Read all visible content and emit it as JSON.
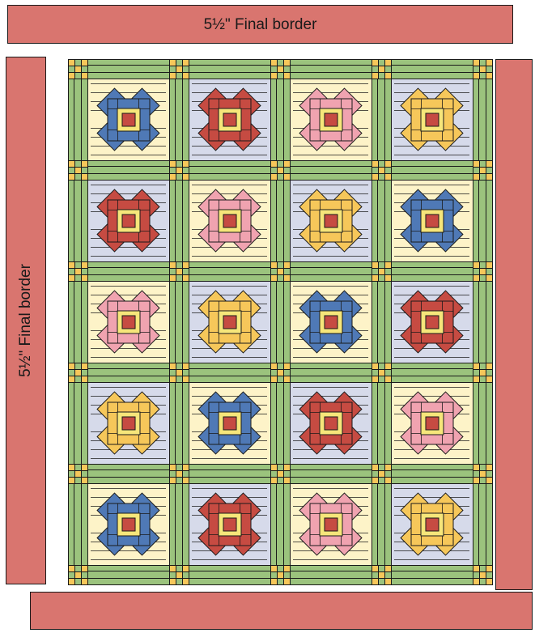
{
  "borders": {
    "top_label": "5½\" Final border",
    "left_label": "5½\" Final border"
  },
  "colors": {
    "border_fabric": "#d9756f",
    "sashing": "#9bc37d",
    "cornerstone": "#f6c75a",
    "cornerstone_center": "#9bc37d",
    "background_light": "#fdf3c8",
    "background_blue": "#d6daea",
    "flower_center": "#c64b42",
    "flower_inner": "#f6e67a",
    "outline": "#1a1a1a"
  },
  "quilt": {
    "rows": 5,
    "cols": 4,
    "blocks": [
      [
        {
          "flower": "blue",
          "bg": "light"
        },
        {
          "flower": "red",
          "bg": "blue"
        },
        {
          "flower": "pink",
          "bg": "light"
        },
        {
          "flower": "yellow",
          "bg": "blue"
        }
      ],
      [
        {
          "flower": "red",
          "bg": "blue"
        },
        {
          "flower": "pink",
          "bg": "light"
        },
        {
          "flower": "yellow",
          "bg": "blue"
        },
        {
          "flower": "blue",
          "bg": "light"
        }
      ],
      [
        {
          "flower": "pink",
          "bg": "light"
        },
        {
          "flower": "yellow",
          "bg": "blue"
        },
        {
          "flower": "blue",
          "bg": "light"
        },
        {
          "flower": "red",
          "bg": "blue"
        }
      ],
      [
        {
          "flower": "yellow",
          "bg": "blue"
        },
        {
          "flower": "blue",
          "bg": "light"
        },
        {
          "flower": "red",
          "bg": "blue"
        },
        {
          "flower": "pink",
          "bg": "light"
        }
      ],
      [
        {
          "flower": "blue",
          "bg": "light"
        },
        {
          "flower": "red",
          "bg": "blue"
        },
        {
          "flower": "pink",
          "bg": "light"
        },
        {
          "flower": "yellow",
          "bg": "blue"
        }
      ]
    ],
    "flower_colors": {
      "blue": "#4f79b6",
      "red": "#c64b42",
      "pink": "#f0a3b0",
      "yellow": "#f6c75a"
    }
  }
}
